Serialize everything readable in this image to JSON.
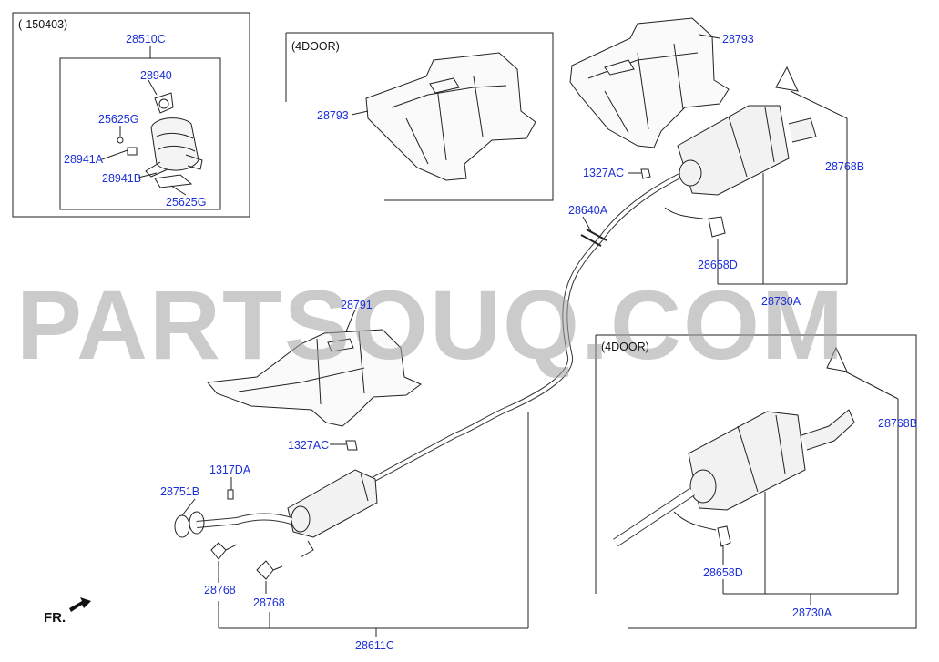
{
  "diagram": {
    "watermark": "PARTSOUQ.COM",
    "direction_label": "FR.",
    "boxes": {
      "top_left_variant": "(-150403)",
      "top_middle_variant": "(4DOOR)",
      "bottom_right_variant": "(4DOOR)"
    },
    "part_labels": {
      "p28510C": "28510C",
      "p28940": "28940",
      "p25625G_a": "25625G",
      "p28941A": "28941A",
      "p28941B": "28941B",
      "p25625G_b": "25625G",
      "p28793_a": "28793",
      "p28793_b": "28793",
      "p1327AC_a": "1327AC",
      "p28768B_a": "28768B",
      "p28640A": "28640A",
      "p28658D_a": "28658D",
      "p28730A_a": "28730A",
      "p28791": "28791",
      "p1327AC_b": "1327AC",
      "p1317DA": "1317DA",
      "p28751B": "28751B",
      "p28768_a": "28768",
      "p28768_b": "28768",
      "p28611C": "28611C",
      "p28768B_b": "28768B",
      "p28658D_b": "28658D",
      "p28730A_b": "28730A"
    }
  }
}
